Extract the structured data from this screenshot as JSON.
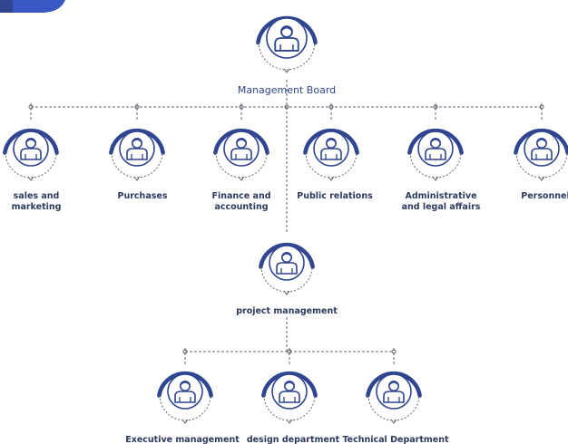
{
  "diagram": {
    "colors": {
      "accent": "#2f4590",
      "ring": "#2f4590",
      "connector": "#5f6470",
      "text": "#2c3a5e",
      "corner_shape": "#3a57c4"
    },
    "node_icon": "person-icon",
    "root": {
      "label": "Management Board"
    },
    "departments": [
      {
        "label": "sales and marketing"
      },
      {
        "label": "Purchases"
      },
      {
        "label": "Finance and accounting"
      },
      {
        "label": "Public relations"
      },
      {
        "label": "Administrative and legal affairs"
      },
      {
        "label": "Personnel"
      }
    ],
    "project": {
      "label": "project management"
    },
    "sub_departments": [
      {
        "label": "Executive management"
      },
      {
        "label": "design department"
      },
      {
        "label": "Technical Department"
      }
    ]
  }
}
